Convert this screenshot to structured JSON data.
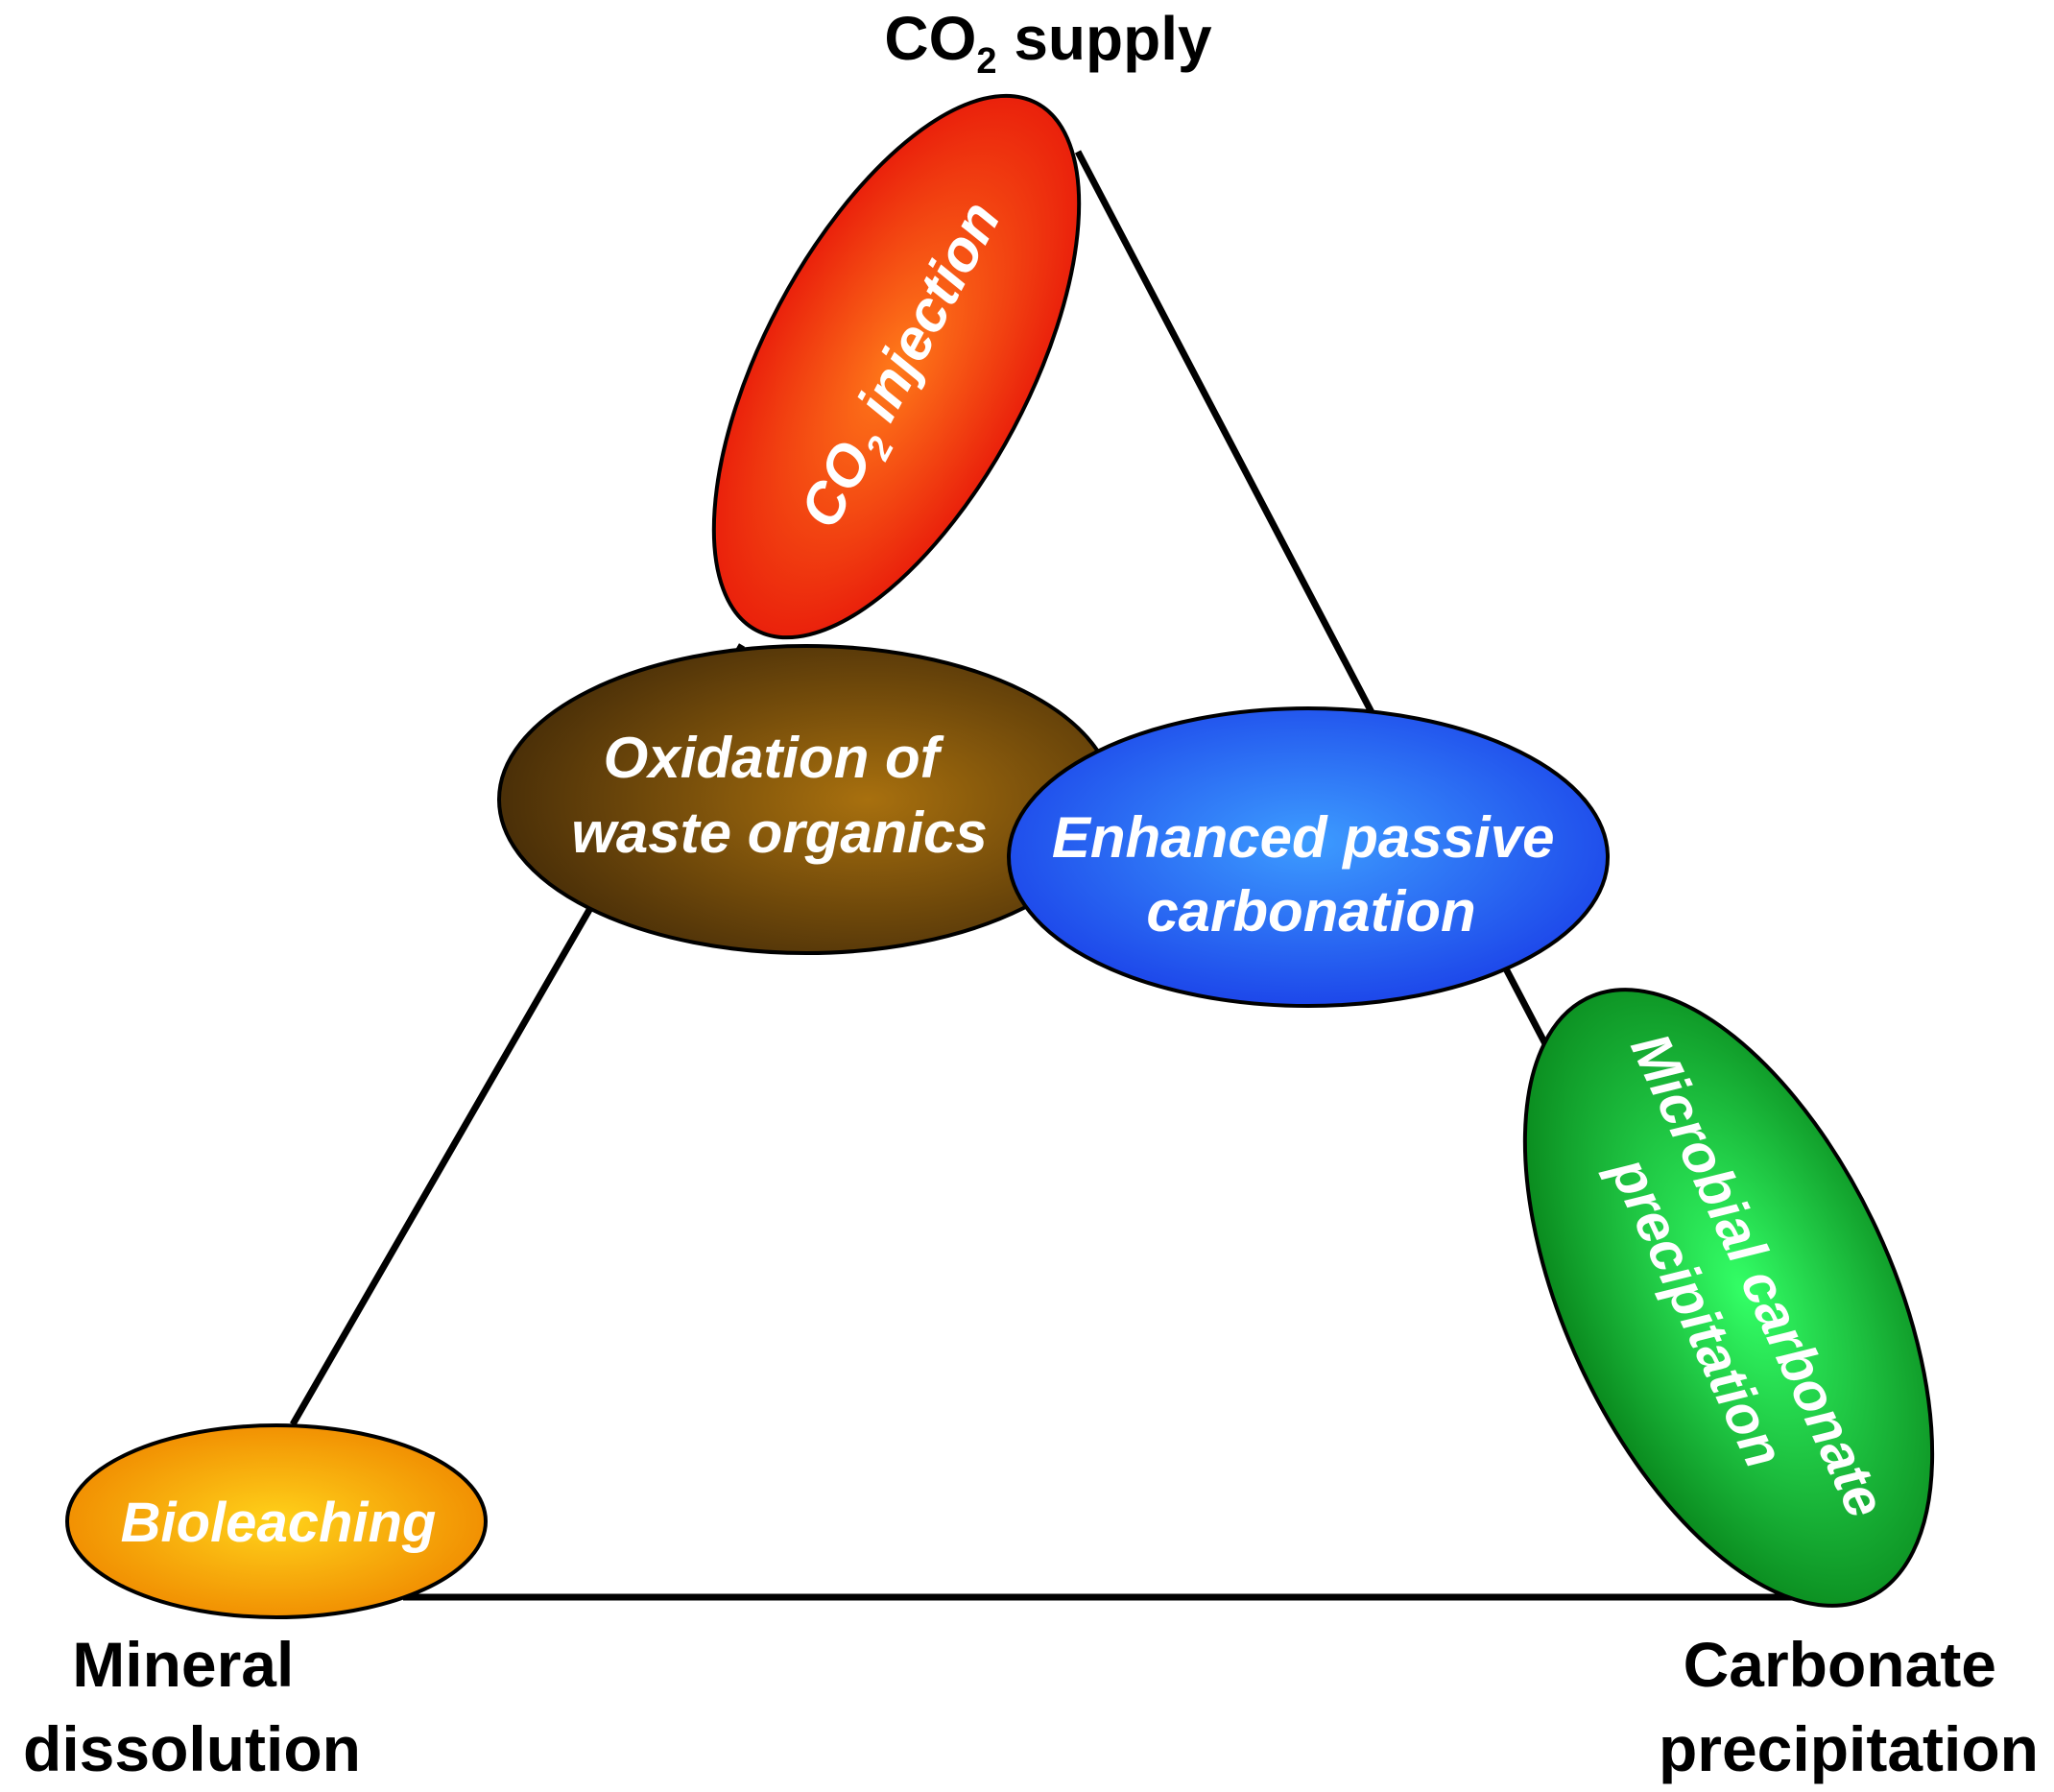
{
  "corners": {
    "top": {
      "main": "CO",
      "sub": "2",
      "rest": " supply"
    },
    "bottom_left": {
      "line1": "Mineral",
      "line2": "dissolution"
    },
    "bottom_right": {
      "line1": "Carbonate",
      "line2": "precipitation"
    }
  },
  "nodes": {
    "co2_injection": {
      "main": "CO",
      "sub": "2",
      "rest": " injection",
      "color": "#e8180a",
      "center_color": "#ff7a1a"
    },
    "oxidation": {
      "line1": "Oxidation of",
      "line2": "waste organics",
      "color": "#4a2f08",
      "center_color": "#a8700e"
    },
    "passive_carbonation": {
      "line1": "Enhanced passive",
      "line2": "carbonation",
      "color": "#1a3fe8",
      "center_color": "#3d9cff"
    },
    "microbial": {
      "line1": "Microbial carbonate",
      "line2": "precipitation",
      "color": "#0a8a1e",
      "center_color": "#33ff66"
    },
    "bioleaching": {
      "label": "Bioleaching",
      "color": "#f08a00",
      "center_color": "#ffd21a"
    }
  }
}
